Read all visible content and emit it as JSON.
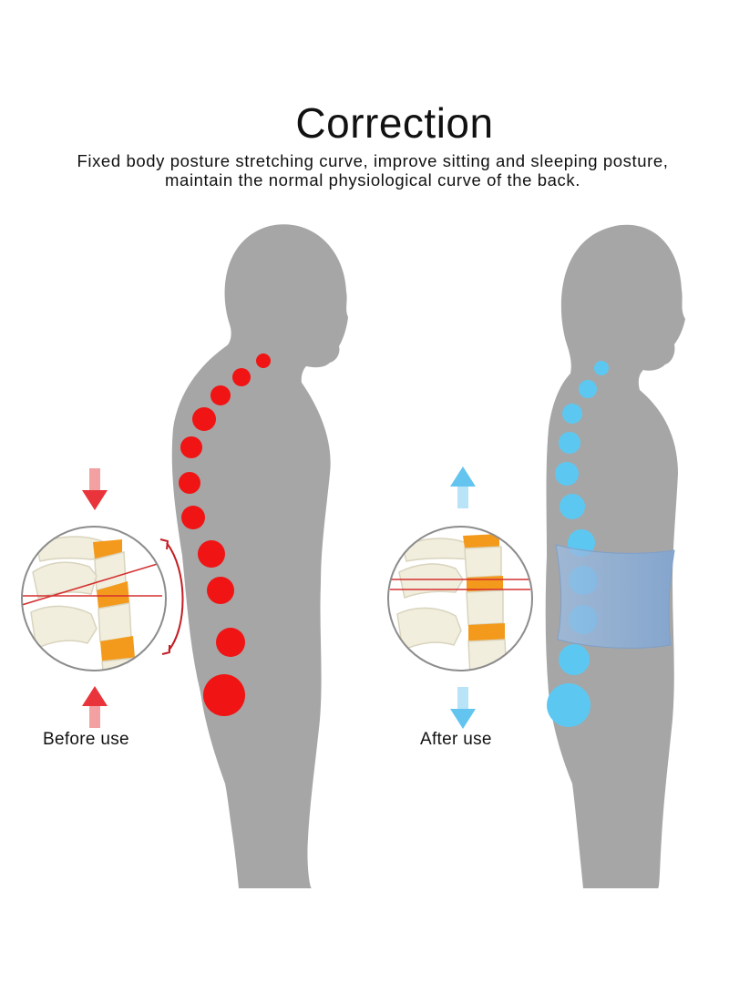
{
  "header": {
    "title": "Correction",
    "subtitle_line1": "Fixed body posture stretching curve, improve sitting and sleeping posture,",
    "subtitle_line2": "maintain the normal physiological curve of the back."
  },
  "panels": [
    {
      "caption": "Before use",
      "spine_color": "#f01414",
      "arrow_color": "#e8343a"
    },
    {
      "caption": "After use",
      "spine_color": "#5cc8f2",
      "arrow_color": "#62c4ef"
    }
  ],
  "colors": {
    "silhouette": "#a6a6a6",
    "vertebra": "#f1eede",
    "disc": "#f39a1c",
    "belt": "#8fb2da"
  }
}
